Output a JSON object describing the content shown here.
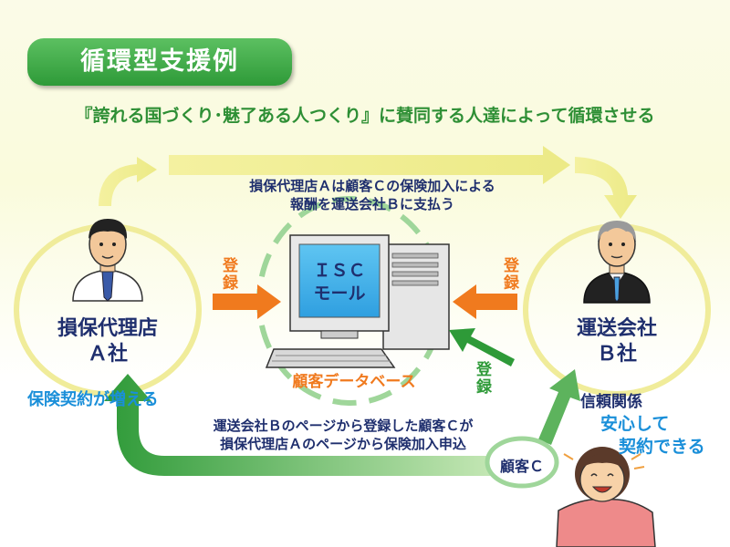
{
  "title": "循環型支援例",
  "subtitle": "『誇れる国づくり･魅了ある人つくり』に賛同する人達によって循環させる",
  "top_note": {
    "line1": "損保代理店Ａは顧客Ｃの保険加入による",
    "line2": "報酬を運送会社Ｂに支払う"
  },
  "bottom_note": {
    "line1": "運送会社Ｂのページから登録した顧客Ｃが",
    "line2": "損保代理店Ａのページから保険加入申込"
  },
  "agent": {
    "name_line1": "損保代理店",
    "name_line2": "Ａ社",
    "benefit": "保険契約が増える"
  },
  "transport": {
    "name_line1": "運送会社",
    "name_line2": "Ｂ社"
  },
  "isc": {
    "line1": "ＩＳＣ",
    "line2": "モール",
    "database_label": "顧客データベース"
  },
  "register_label": "登録",
  "customer": {
    "label": "顧客Ｃ"
  },
  "trust": {
    "line1": "信頼関係",
    "line2": "安心して",
    "line3": "契約できる"
  },
  "colors": {
    "green": "#2e9a38",
    "navy": "#1f2f6e",
    "blue": "#1a8fd9",
    "orange": "#f07a1e",
    "yellow_ring": "#f0ec9a"
  }
}
